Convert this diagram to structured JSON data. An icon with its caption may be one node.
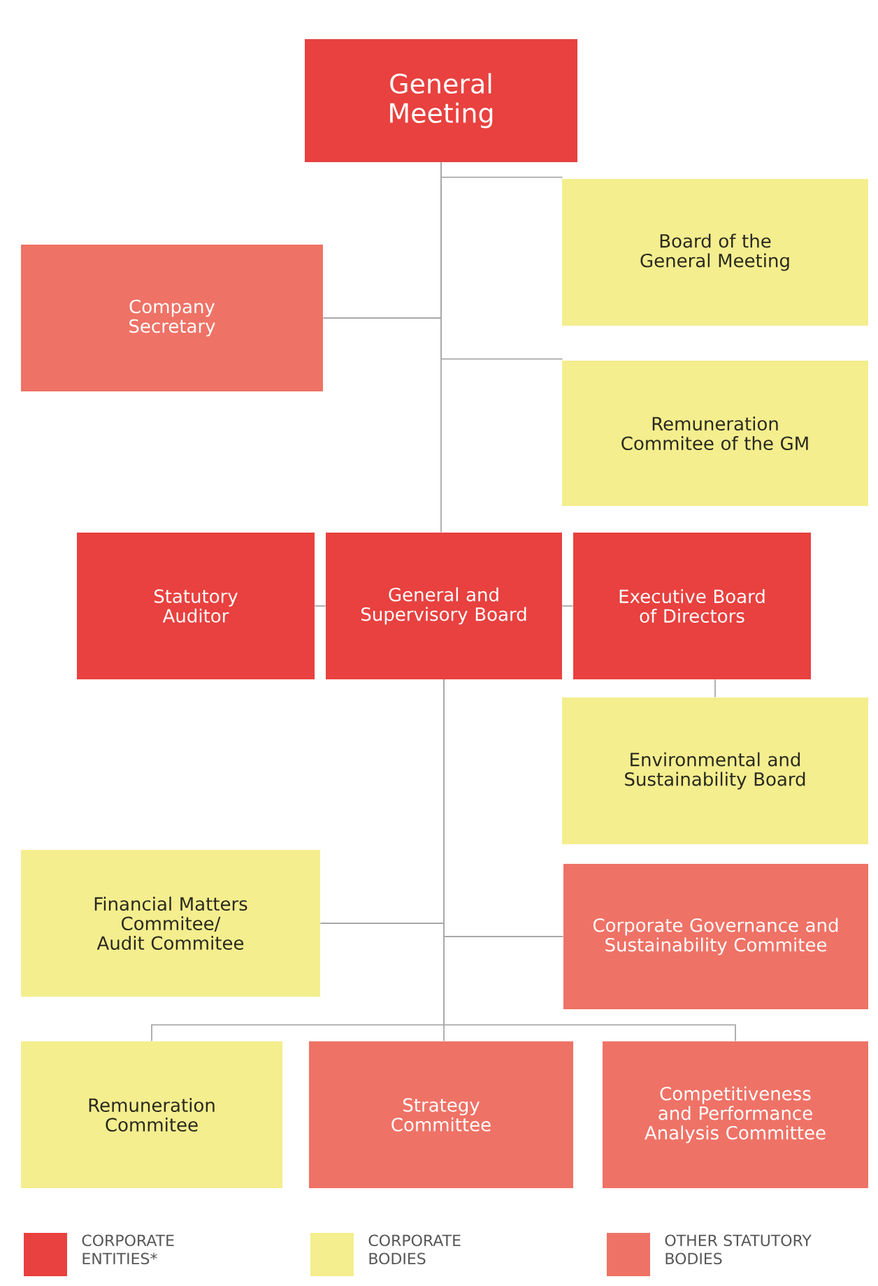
{
  "diagram": {
    "nodes": [
      {
        "text": [
          "General Meeting"
        ]
      },
      {
        "text": [
          "Board of the General Meeting"
        ]
      },
      {
        "text": [
          "Company Secretary"
        ]
      },
      {
        "text": [
          "Remuneration Commitee of the GM"
        ]
      },
      {
        "text": [
          "Statutory Auditor"
        ]
      },
      {
        "text": [
          "General and Supervisory Board"
        ]
      },
      {
        "text": [
          "Executive Board of Directors"
        ]
      },
      {
        "text": [
          "Environmental and Sustainability Board"
        ]
      },
      {
        "text": [
          "Financial Matters Commitee/ Audit Commitee"
        ]
      },
      {
        "text": [
          "Corporate Governance and Sustainability Commitee"
        ]
      },
      {
        "text": [
          "Remuneration Commitee"
        ]
      },
      {
        "text": [
          "Strategy Committee"
        ]
      },
      {
        "text": [
          "Competitiveness and Performance Analysis Committee"
        ]
      }
    ],
    "edges": [
      {
        "from": 0,
        "to": 1,
        "arrow": "none"
      },
      {
        "from": 0,
        "to": 2,
        "arrow": "none"
      },
      {
        "from": 0,
        "to": 3,
        "arrow": "none"
      },
      {
        "from": 0,
        "to": 5,
        "arrow": "none"
      },
      {
        "from": 5,
        "to": 4,
        "arrow": "none"
      },
      {
        "from": 5,
        "to": 6,
        "arrow": "none"
      },
      {
        "from": 6,
        "to": 7,
        "arrow": "none"
      },
      {
        "from": 5,
        "to": 8,
        "arrow": "none"
      },
      {
        "from": 5,
        "to": 9,
        "arrow": "none"
      },
      {
        "from": 5,
        "to": 10,
        "arrow": "none"
      },
      {
        "from": 5,
        "to": 11,
        "arrow": "none"
      },
      {
        "from": 5,
        "to": 12,
        "arrow": "none"
      }
    ],
    "legend": [
      {
        "text": "CORPORATE ENTITIES*",
        "color": "#e8413f"
      },
      {
        "text": "CORPORATE BODIES",
        "color": "#f4ee8f"
      },
      {
        "text": "OTHER STATUTORY BODIES",
        "color": "#ef7266"
      }
    ]
  }
}
